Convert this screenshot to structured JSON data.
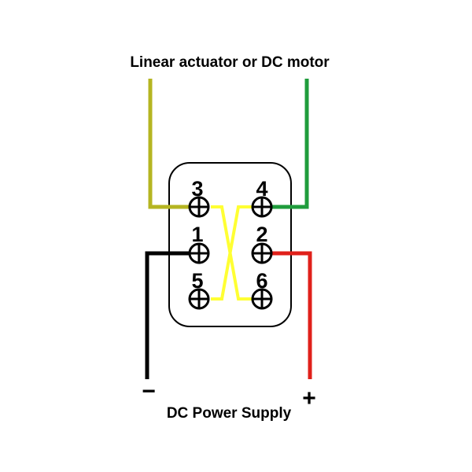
{
  "diagram": {
    "top_label": "Linear actuator or DC motor",
    "bottom_label": "DC Power Supply",
    "minus_sign": "−",
    "plus_sign": "+",
    "pins": {
      "p1": "1",
      "p2": "2",
      "p3": "3",
      "p4": "4",
      "p5": "5",
      "p6": "6"
    },
    "colors": {
      "olive_wire": "#b5b521",
      "green_wire": "#1f9c3c",
      "black_wire": "#000000",
      "red_wire": "#e0201a",
      "jumper": "#ffff33",
      "housing": "#000000"
    }
  }
}
